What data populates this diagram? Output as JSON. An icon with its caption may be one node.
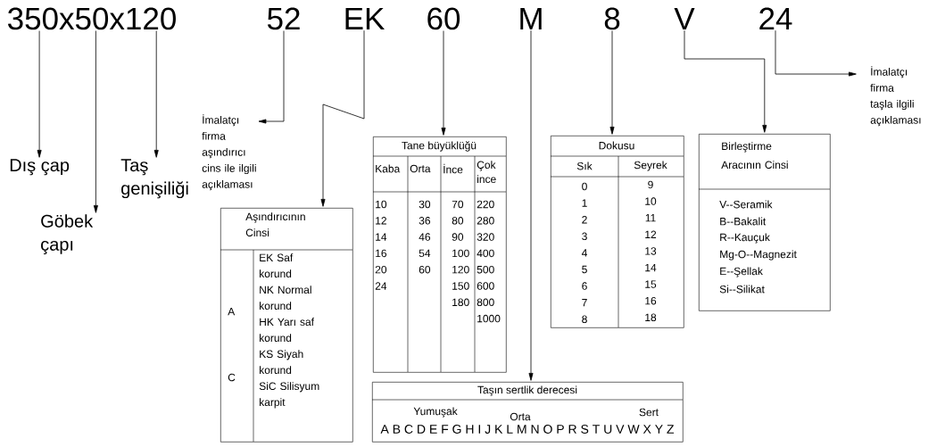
{
  "diagram": {
    "nodes": [
      {
        "text": [
          "350x50x120"
        ]
      },
      {
        "text": [
          "52"
        ]
      },
      {
        "text": [
          "EK"
        ]
      },
      {
        "text": [
          "60"
        ]
      },
      {
        "text": [
          "M"
        ]
      },
      {
        "text": [
          "8"
        ]
      },
      {
        "text": [
          "V"
        ]
      },
      {
        "text": [
          "24"
        ]
      },
      {
        "text": [
          "Dış çap"
        ]
      },
      {
        "text": [
          "Göbek çapı"
        ]
      },
      {
        "text": [
          "Taş genişiliği"
        ]
      },
      {
        "text": [
          "İmalatçı firma aşındırıcı cins ile ilgili açıklaması"
        ]
      },
      {
        "text": [
          "Aşındırıcının Cinsi",
          "A",
          "C",
          "EK Saf korund",
          "NK Normal korund",
          "HK Yarı saf korund",
          "KS Siyah korund",
          "SiC Silisyum karpit"
        ]
      },
      {
        "text": [
          "Tane büyüklüğü",
          "Kaba",
          "Orta",
          "İnce",
          "Çok ince",
          "10",
          "30",
          "70",
          "220",
          "12",
          "36",
          "80",
          "280",
          "14",
          "46",
          "90",
          "320",
          "16",
          "54",
          "100",
          "400",
          "20",
          "60",
          "120",
          "500",
          "24",
          "150",
          "600",
          "180",
          "800",
          "1000"
        ]
      },
      {
        "text": [
          "Taşın sertlik derecesi",
          "Yumuşak",
          "Orta",
          "Sert",
          "A B C D E F G H I J K L M N O P R S T U V W X Y Z"
        ]
      },
      {
        "text": [
          "Dokusu",
          "Sık",
          "Seyrek",
          "0",
          "9",
          "1",
          "10",
          "2",
          "11",
          "3",
          "12",
          "4",
          "13",
          "5",
          "14",
          "6",
          "15",
          "7",
          "16",
          "8",
          "18"
        ]
      },
      {
        "text": [
          "Birleştirme Aracının Cinsi",
          "V--Seramik",
          "B--Bakalit",
          "R--Kauçuk",
          "Mg-O--Magnezit",
          "E--Şellak",
          "Si--Silikat"
        ]
      },
      {
        "text": [
          "İmalatçı firma taşla ilgili açıklaması"
        ]
      }
    ],
    "edges": [
      {
        "from": 0,
        "to": 8,
        "arrow": "to"
      },
      {
        "from": 0,
        "to": 9,
        "arrow": "to"
      },
      {
        "from": 0,
        "to": 10,
        "arrow": "to"
      },
      {
        "from": 1,
        "to": 11,
        "arrow": "to"
      },
      {
        "from": 2,
        "to": 12,
        "arrow": "to"
      },
      {
        "from": 3,
        "to": 13,
        "arrow": "to"
      },
      {
        "from": 4,
        "to": 14,
        "arrow": "to"
      },
      {
        "from": 5,
        "to": 15,
        "arrow": "to"
      },
      {
        "from": 6,
        "to": 16,
        "arrow": "to"
      },
      {
        "from": 7,
        "to": 17,
        "arrow": "to"
      }
    ]
  }
}
